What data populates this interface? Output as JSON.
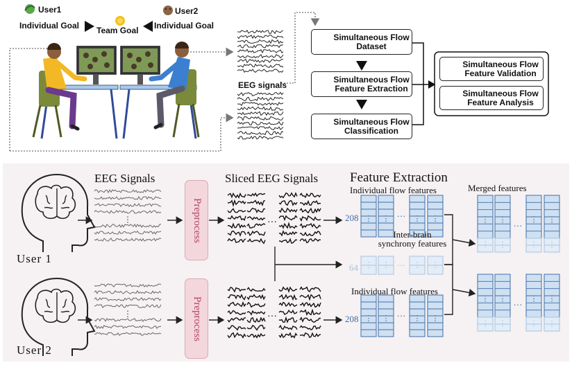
{
  "top": {
    "user1": "User1",
    "user2": "User2",
    "individual_goal_left": "Individual Goal",
    "individual_goal_right": "Individual Goal",
    "team_goal": "Team Goal",
    "eeg_signals": "EEG signals",
    "pipeline": [
      {
        "id": "dataset",
        "line1": "Simultaneous Flow",
        "line2": "Dataset",
        "icon": "folder-chart-icon"
      },
      {
        "id": "extraction",
        "line1": "Simultaneous Flow",
        "line2": "Feature Extraction",
        "icon": "monitor-wave-icon"
      },
      {
        "id": "classification",
        "line1": "Simultaneous Flow",
        "line2": "Classification",
        "icon": "scatter-icon"
      }
    ],
    "outputs": [
      {
        "id": "validation",
        "line1": "Simultaneous Flow",
        "line2": "Feature Validation",
        "icon": "target-icon"
      },
      {
        "id": "analysis",
        "line1": "Simultaneous Flow",
        "line2": "Feature Analysis",
        "icon": "eye-chart-icon"
      }
    ],
    "colors": {
      "shirt_yellow": "#f2b826",
      "shirt_blue": "#3b7fd0",
      "desk": "#a9c8ea",
      "chair": "#7a8a3a",
      "accent_green": "#5aa84a"
    }
  },
  "bottom": {
    "user1": "User 1",
    "user2": "User 2",
    "eeg_signals": "EEG Signals",
    "sliced_eeg": "Sliced EEG Signals",
    "preprocess_1": "Preprocess",
    "preprocess_2": "Preprocess",
    "feature_extraction": "Feature Extraction",
    "individual_features_1": "Individual flow features",
    "individual_features_2": "Individual flow features",
    "inter_brain_1": "Inter-brain",
    "inter_brain_2": "synchrony features",
    "merged_features": "Merged features",
    "dim_208_top": "208",
    "dim_64": "64",
    "dim_208_bottom": "208",
    "ellipsis": "···",
    "vdots": "⋮",
    "colors": {
      "panel_bg": "#f6f1f2",
      "preprocess_fill": "#f3d7dd",
      "preprocess_text": "#b34463",
      "feature_fill": "#cfe0f2",
      "feature_stroke": "#3f6fa8",
      "light_feature_fill": "#e3edf8",
      "light_feature_stroke": "#a9c3de"
    }
  }
}
